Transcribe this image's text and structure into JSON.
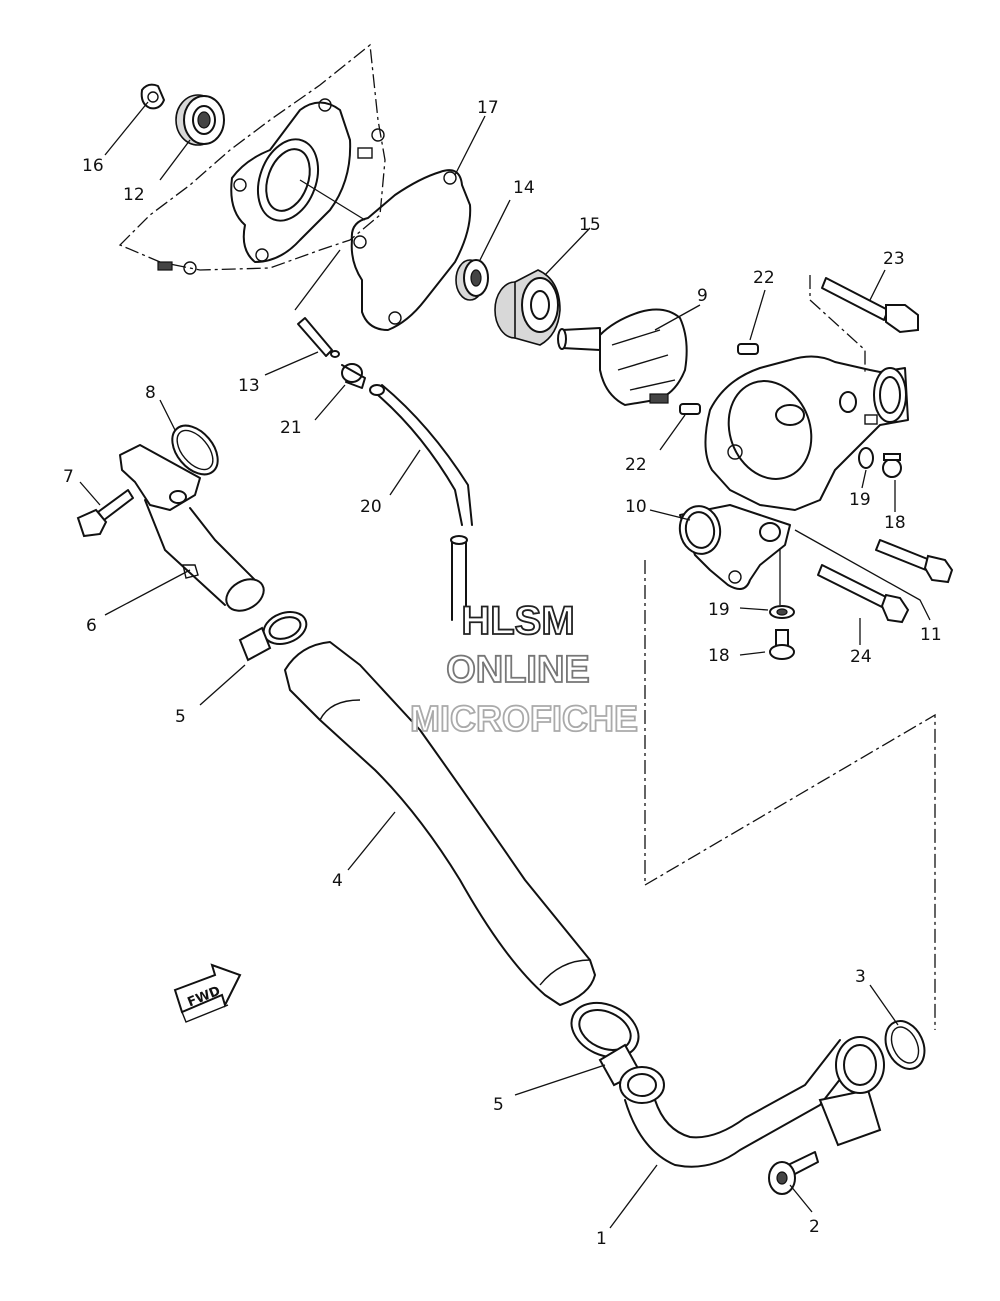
{
  "watermark": {
    "line1": "HLSM",
    "line2": "ONLINE",
    "line3": "MICROFICHE"
  },
  "direction_label": "FWD",
  "callouts": [
    {
      "id": "c1",
      "label": "1"
    },
    {
      "id": "c2",
      "label": "2"
    },
    {
      "id": "c3",
      "label": "3"
    },
    {
      "id": "c4",
      "label": "4"
    },
    {
      "id": "c5a",
      "label": "5"
    },
    {
      "id": "c5b",
      "label": "5"
    },
    {
      "id": "c6",
      "label": "6"
    },
    {
      "id": "c7",
      "label": "7"
    },
    {
      "id": "c8",
      "label": "8"
    },
    {
      "id": "c9",
      "label": "9"
    },
    {
      "id": "c10",
      "label": "10"
    },
    {
      "id": "c11",
      "label": "11"
    },
    {
      "id": "c12",
      "label": "12"
    },
    {
      "id": "c13",
      "label": "13"
    },
    {
      "id": "c14",
      "label": "14"
    },
    {
      "id": "c15",
      "label": "15"
    },
    {
      "id": "c16",
      "label": "16"
    },
    {
      "id": "c17",
      "label": "17"
    },
    {
      "id": "c18a",
      "label": "18"
    },
    {
      "id": "c18b",
      "label": "18"
    },
    {
      "id": "c19a",
      "label": "19"
    },
    {
      "id": "c19b",
      "label": "19"
    },
    {
      "id": "c20",
      "label": "20"
    },
    {
      "id": "c21",
      "label": "21"
    },
    {
      "id": "c22a",
      "label": "22"
    },
    {
      "id": "c22b",
      "label": "22"
    },
    {
      "id": "c23",
      "label": "23"
    },
    {
      "id": "c24",
      "label": "24"
    }
  ]
}
